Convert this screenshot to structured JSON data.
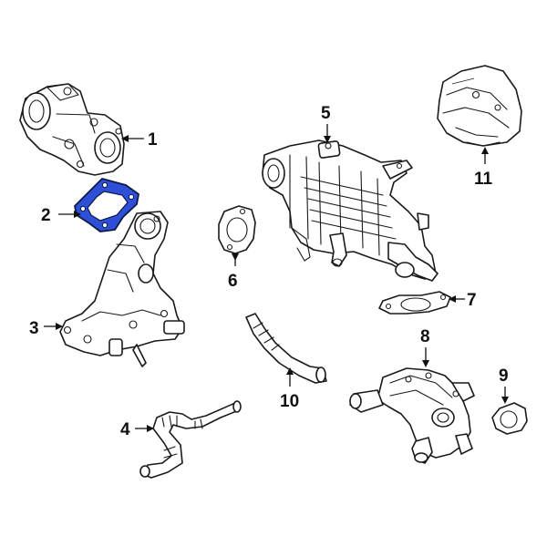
{
  "callouts": {
    "c1": "1",
    "c2": "2",
    "c3": "3",
    "c4": "4",
    "c5": "5",
    "c6": "6",
    "c7": "7",
    "c8": "8",
    "c9": "9",
    "c10": "10",
    "c11": "11"
  },
  "colors": {
    "highlight": "#2f4fd6",
    "line": "#1a1a1a",
    "background": "#ffffff"
  },
  "highlighted_part": "2"
}
